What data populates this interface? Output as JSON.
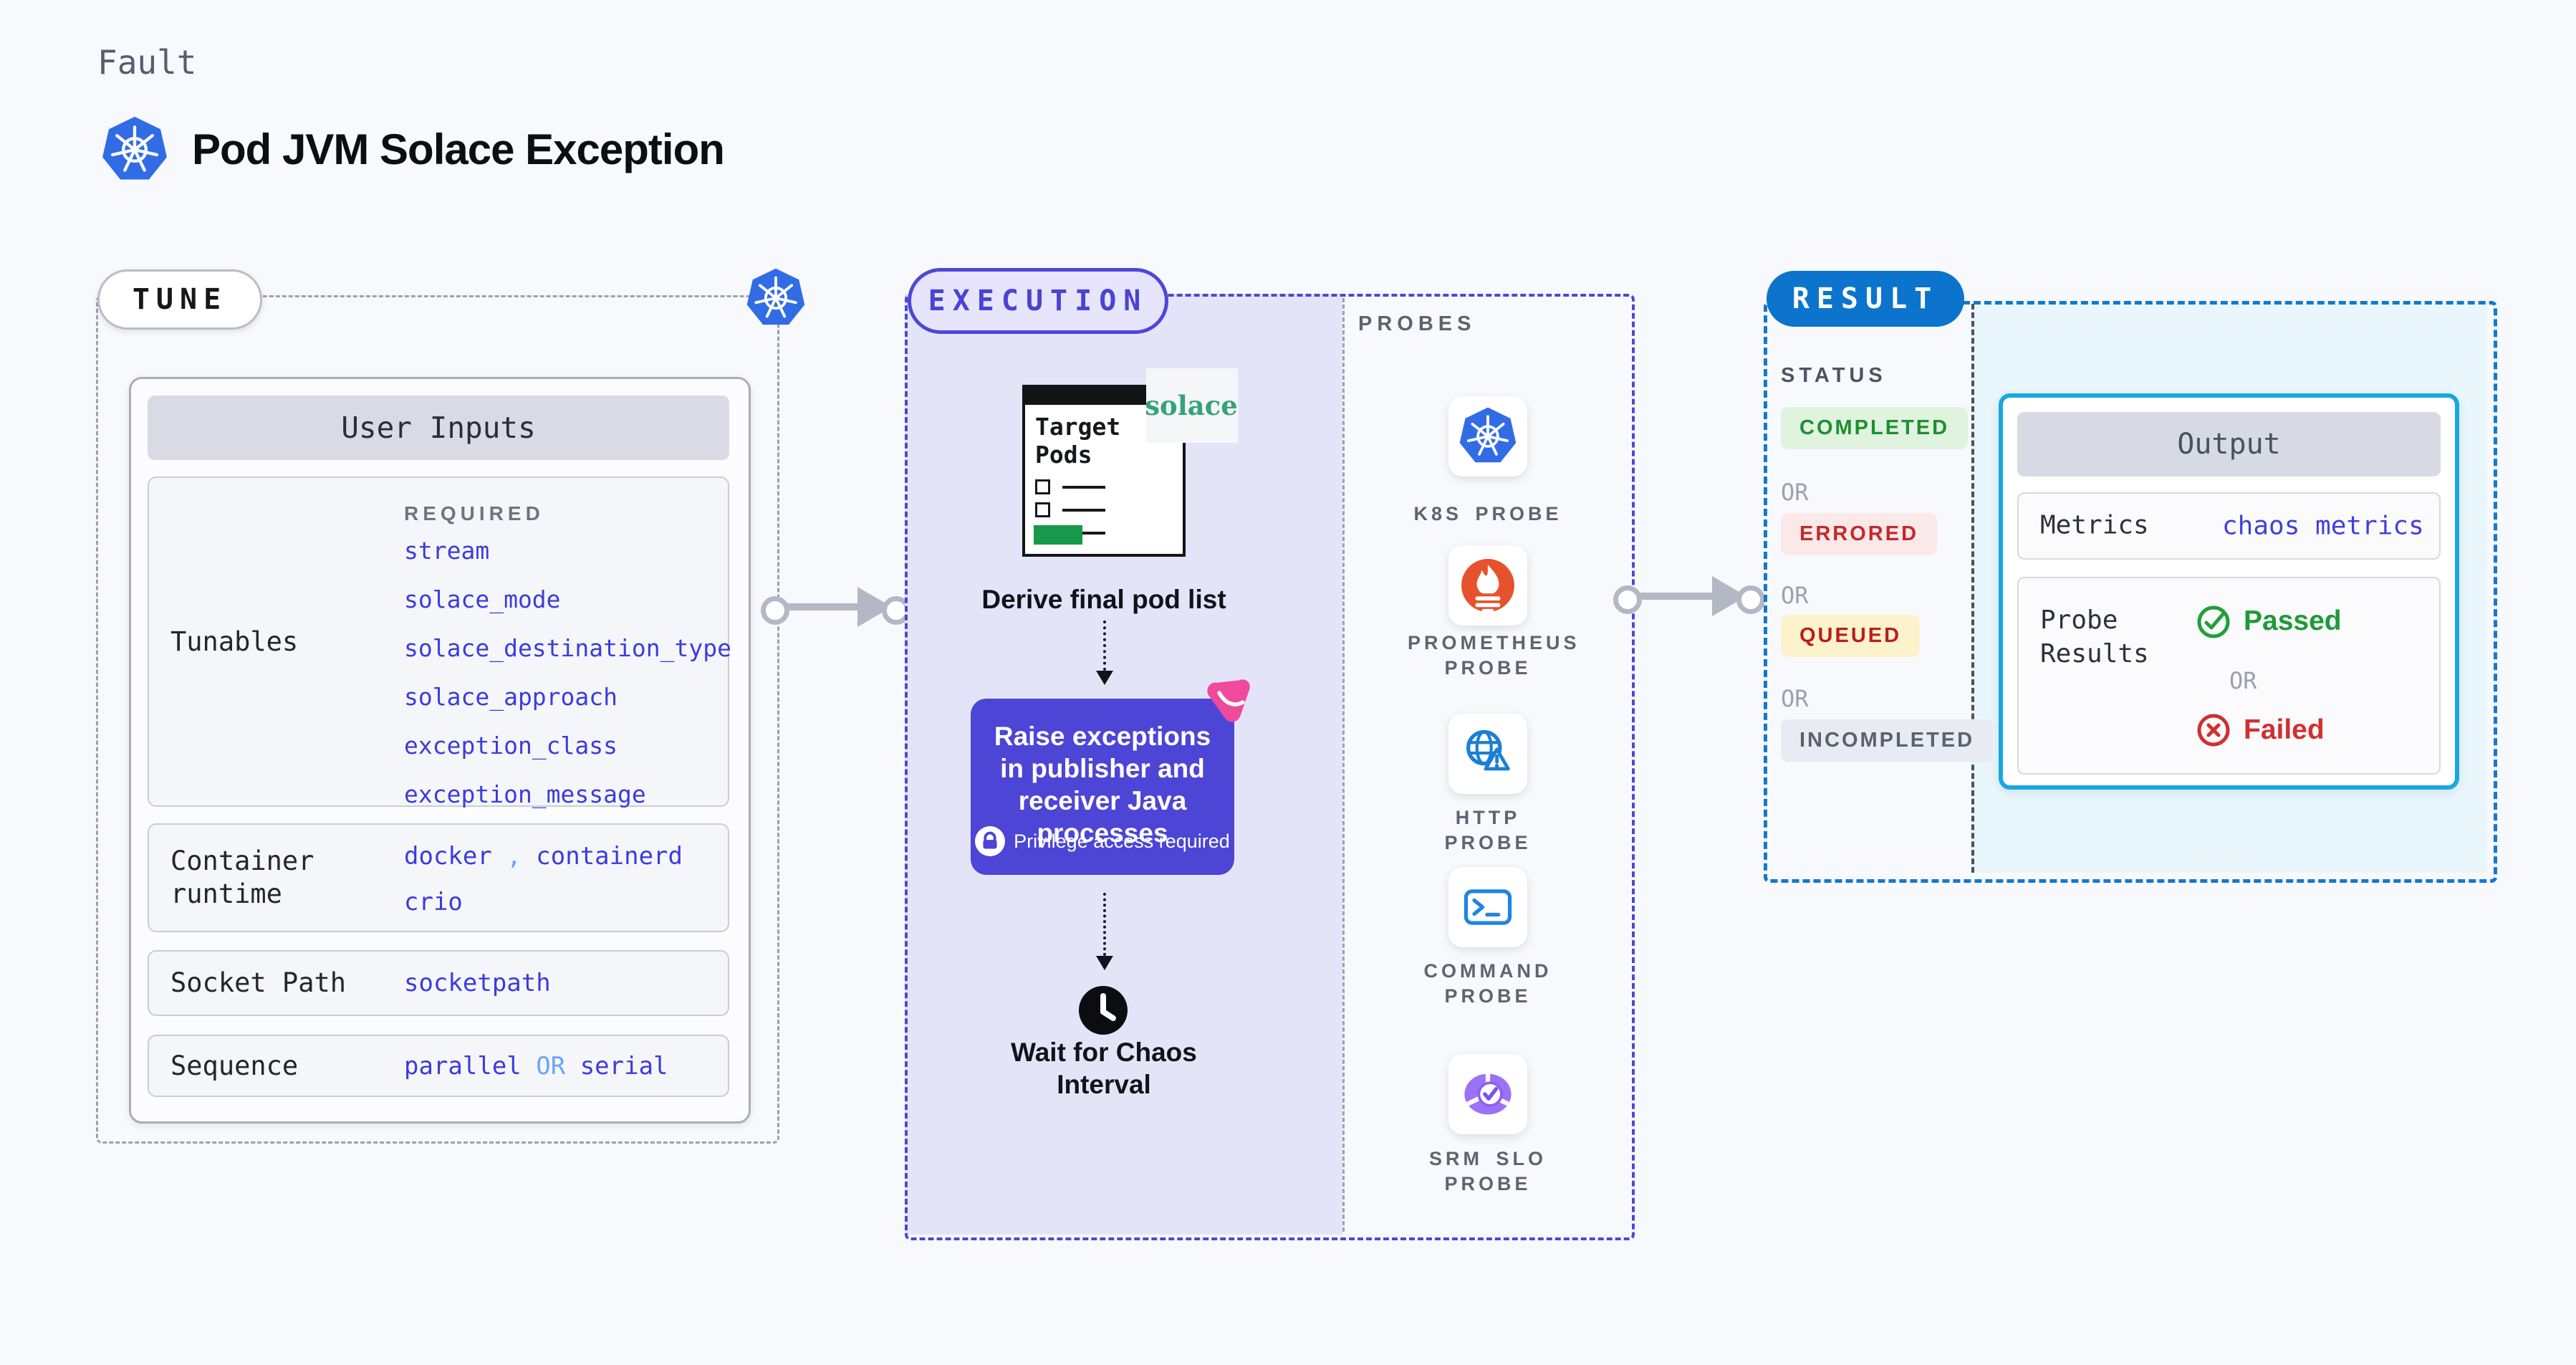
{
  "header": {
    "category": "Fault",
    "title": "Pod JVM Solace Exception"
  },
  "tune": {
    "pill": "TUNE",
    "user_inputs": {
      "header": "User Inputs",
      "tunables": {
        "label": "Tunables",
        "required": "REQUIRED",
        "values": [
          "stream",
          "solace_mode",
          "solace_destination_type",
          "solace_approach",
          "exception_class",
          "exception_message"
        ]
      },
      "container_runtime": {
        "label": "Container runtime",
        "value1": "docker",
        "comma": ",",
        "value2": "containerd",
        "value3": "crio"
      },
      "socket_path": {
        "label": "Socket Path",
        "value": "socketpath"
      },
      "sequence": {
        "label": "Sequence",
        "value1": "parallel",
        "or": "OR",
        "value2": "serial"
      }
    }
  },
  "execution": {
    "pill": "EXECUTION",
    "target_window": {
      "title": "Target Pods"
    },
    "solace_logo_text": "solace",
    "derive_step": "Derive final pod list",
    "raise_box": {
      "text": "Raise exceptions in publisher and receiver Java processes",
      "privilege_note": "Privilege access required"
    },
    "wait_step": "Wait for Chaos Interval",
    "probes": {
      "header": "PROBES",
      "items": [
        {
          "label": "K8S PROBE",
          "icon": "kubernetes-icon"
        },
        {
          "label": "PROMETHEUS PROBE",
          "icon": "prometheus-icon"
        },
        {
          "label": "HTTP PROBE",
          "icon": "http-globe-icon"
        },
        {
          "label": "COMMAND PROBE",
          "icon": "terminal-icon"
        },
        {
          "label": "SRM SLO PROBE",
          "icon": "slo-pie-icon"
        }
      ]
    }
  },
  "result": {
    "pill": "RESULT",
    "status": {
      "header": "STATUS",
      "or": "OR",
      "badges": [
        {
          "label": "COMPLETED",
          "kind": "success"
        },
        {
          "label": "ERRORED",
          "kind": "error"
        },
        {
          "label": "QUEUED",
          "kind": "queued"
        },
        {
          "label": "INCOMPLETED",
          "kind": "neutral"
        }
      ]
    },
    "output": {
      "header": "Output",
      "metrics_label": "Metrics",
      "metrics_value": "chaos metrics",
      "probe_results_label": "Probe Results",
      "passed": "Passed",
      "or": "OR",
      "failed": "Failed"
    }
  },
  "colors": {
    "accent_indigo": "#4c45d5",
    "kubernetes_blue": "#326ce5",
    "result_blue": "#0c74cc",
    "output_border_cyan": "#17a8e1",
    "value_blue": "#3c3bdc",
    "link_light_blue": "#6ba5f7",
    "success_green": "#1f9a39",
    "error_red": "#d22f2f",
    "prometheus_orange": "#e6522c",
    "solace_green": "#35a378",
    "chaos_pink": "#ef4a9b",
    "lavender_fill": "#e4e4f9",
    "cyan_fill": "#e9f6fc"
  }
}
